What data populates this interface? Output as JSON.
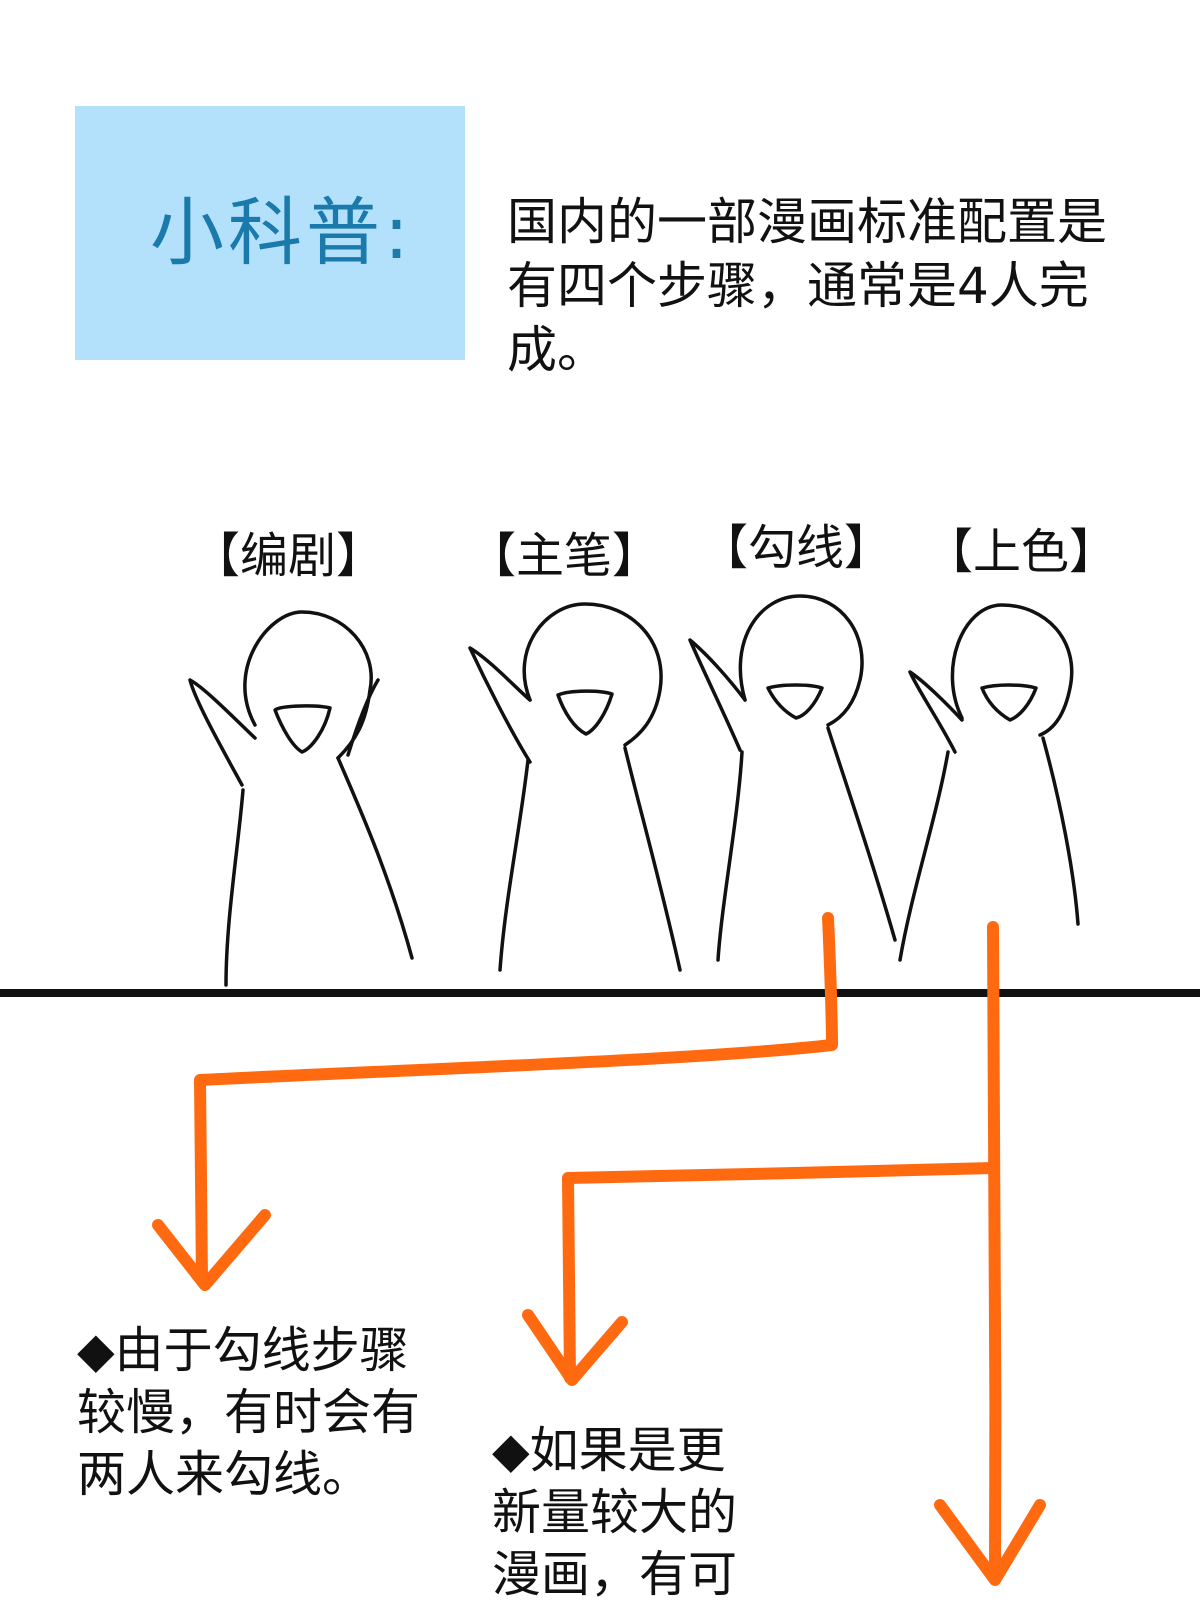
{
  "header": {
    "label": "小科普:",
    "intro": "国内的一部漫画标准配置是有四个步骤，通常是4人完成。"
  },
  "roles": [
    {
      "label": "【编剧】"
    },
    {
      "label": "【主笔】"
    },
    {
      "label": "【勾线】"
    },
    {
      "label": "【上色】"
    }
  ],
  "notes": [
    {
      "text": "◆由于勾线步骤较慢，有时会有两人来勾线。"
    },
    {
      "text": "◆如果是更新量较大的漫画，有可"
    }
  ],
  "colors": {
    "label_box": "#b3e0fb",
    "label_text": "#1a7aab",
    "arrow": "#ff6a10",
    "ink": "#111111"
  }
}
